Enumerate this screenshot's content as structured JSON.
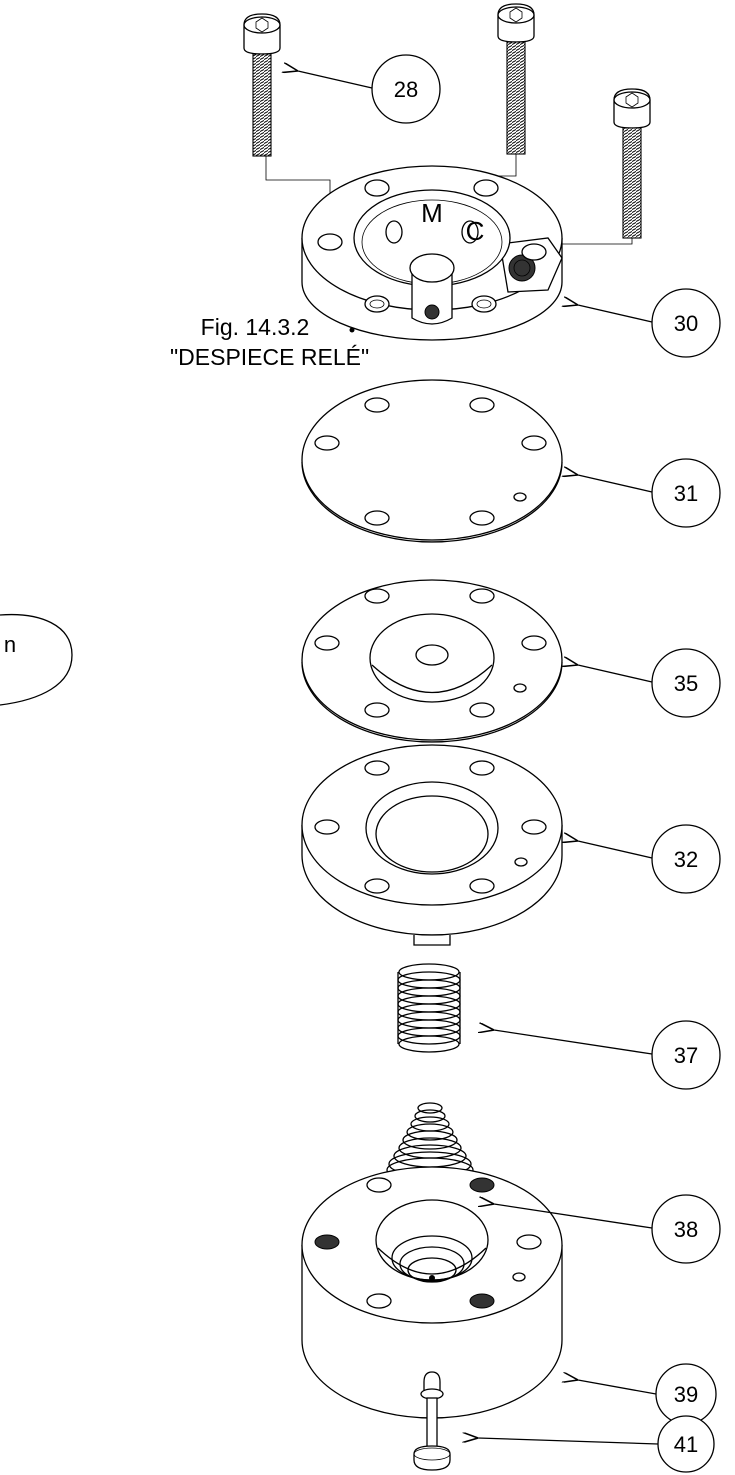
{
  "figure": {
    "title": "Fig. 14.3.2",
    "subtitle": "\"DESPIECE RELÉ\""
  },
  "callouts": [
    "28",
    "30",
    "31",
    "35",
    "32",
    "37",
    "38",
    "39",
    "41"
  ],
  "cap_markings": {
    "left": "M",
    "right": "C"
  },
  "partial_bubble_text": "n"
}
